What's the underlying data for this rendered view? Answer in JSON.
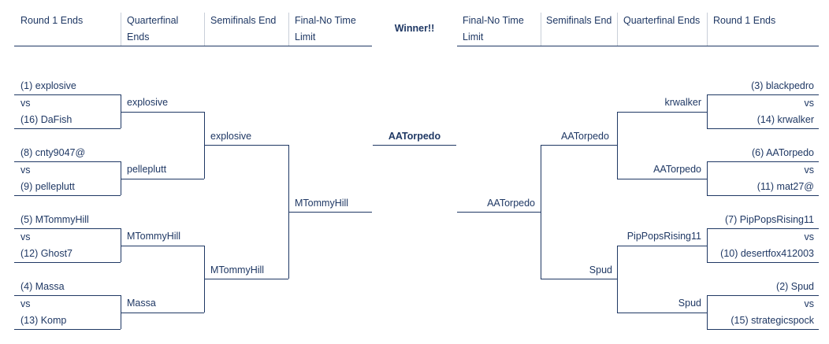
{
  "headers": {
    "left": [
      "Round 1 Ends",
      "Quarterfinal Ends",
      "Semifinals End",
      "Final-No Time Limit"
    ],
    "center": "Winner!!",
    "right": [
      "Final-No Time Limit",
      "Semifinals End",
      "Quarterfinal Ends",
      "Round 1 Ends"
    ]
  },
  "vs": "vs",
  "left": {
    "r1": [
      {
        "top": "(1) explosive",
        "bottom": "(16) DaFish"
      },
      {
        "top": "(8) cnty9047@",
        "bottom": "(9) pelleplutt"
      },
      {
        "top": "(5) MTommyHill",
        "bottom": "(12) Ghost7"
      },
      {
        "top": "(4) Massa",
        "bottom": "(13) Komp"
      }
    ],
    "qf": [
      "explosive",
      "pelleplutt",
      "MTommyHill",
      "Massa"
    ],
    "sf": [
      "explosive",
      "MTommyHill"
    ],
    "final": "MTommyHill"
  },
  "winner": "AATorpedo",
  "right": {
    "r1": [
      {
        "top": "(3) blackpedro",
        "bottom": "(14) krwalker"
      },
      {
        "top": "(6) AATorpedo",
        "bottom": "(11) mat27@"
      },
      {
        "top": "(7) PipPopsRising11",
        "bottom": "(10) desertfox412003"
      },
      {
        "top": "(2) Spud",
        "bottom": "(15) strategicspock"
      }
    ],
    "qf": [
      "krwalker",
      "AATorpedo",
      "PipPopsRising11",
      "Spud"
    ],
    "sf": [
      "AATorpedo",
      "Spud"
    ],
    "final": "AATorpedo"
  }
}
